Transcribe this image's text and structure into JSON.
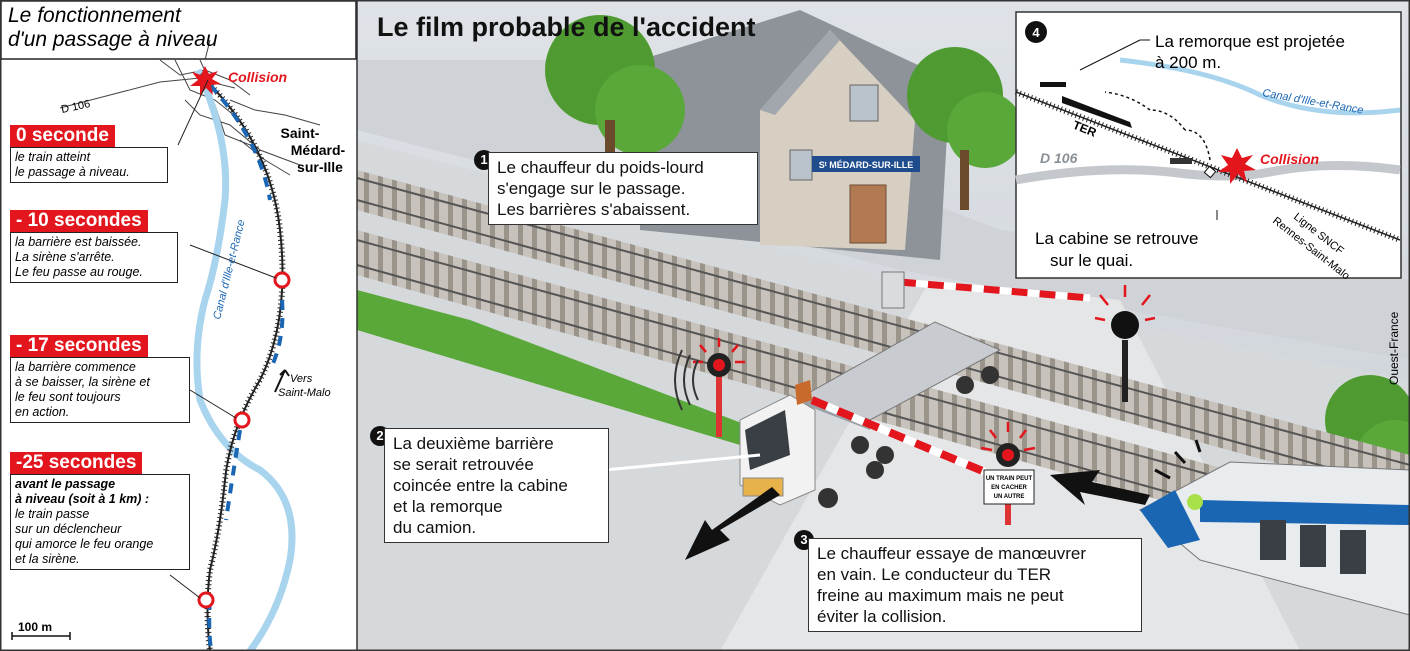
{
  "map_panel": {
    "title_line1": "Le fonctionnement",
    "title_line2": "d'un passage à niveau",
    "collision_label": "Collision",
    "road_label": "D 106",
    "town_line1": "Saint-",
    "town_line2": "Médard-",
    "town_line3": "sur-Ille",
    "canal_label": "Canal d'Ille-et-Rance",
    "direction_line1": "Vers",
    "direction_line2": "Saint-Malo",
    "scale_label": "100 m",
    "steps": [
      {
        "time": "0 seconde",
        "lines": [
          "le train atteint",
          "le passage à niveau."
        ]
      },
      {
        "time": "- 10 secondes",
        "lines": [
          "la barrière est baissée.",
          "La sirène s'arrête.",
          "Le feu passe au rouge."
        ]
      },
      {
        "time": "- 17 secondes",
        "lines": [
          "la barrière commence",
          "à se baisser, la sirène et",
          "le feu sont toujours",
          "en action."
        ]
      },
      {
        "time": "-25 secondes",
        "bold_lines": [
          "avant le passage",
          "à niveau (soit à 1 km) :"
        ],
        "lines": [
          "le train passe",
          "sur un déclencheur",
          "qui amorce le feu orange",
          "et la sirène."
        ]
      }
    ]
  },
  "scene": {
    "title": "Le film probable de l'accident",
    "station_sign": "Sᵗ MÉDARD-SUR-ILLE",
    "warning_sign": [
      "UN TRAIN PEUT",
      "EN CACHER",
      "UN AUTRE"
    ],
    "credit": "Ouest-France",
    "steps": [
      {
        "num": "1",
        "lines": [
          "Le chauffeur du poids-lourd",
          "s'engage sur le passage.",
          "Les barrières s'abaissent."
        ]
      },
      {
        "num": "2",
        "lines": [
          "La deuxième barrière",
          "se serait retrouvée",
          "coincée entre la cabine",
          "et la remorque",
          "du camion."
        ]
      },
      {
        "num": "3",
        "lines": [
          "Le chauffeur essaye de manœuvrer",
          "en vain. Le conducteur du TER",
          "freine au maximum mais ne peut",
          "éviter la collision."
        ]
      }
    ]
  },
  "inset": {
    "num": "4",
    "trailer_line1": "La remorque est projetée",
    "trailer_line2": "à 200 m.",
    "canal_label": "Canal d'Ille-et-Rance",
    "train_label": "TER",
    "road_label": "D 106",
    "collision_label": "Collision",
    "line_label1": "Ligne SNCF",
    "line_label2": "Rennes-Saint-Malo",
    "cab_line1": "La cabine se retrouve",
    "cab_line2": "sur le quai."
  },
  "colors": {
    "accent_red": "#e3161e",
    "canal_blue": "#a9d4ee",
    "grass_green": "#5aa83a",
    "train_blue": "#1b66b3"
  }
}
